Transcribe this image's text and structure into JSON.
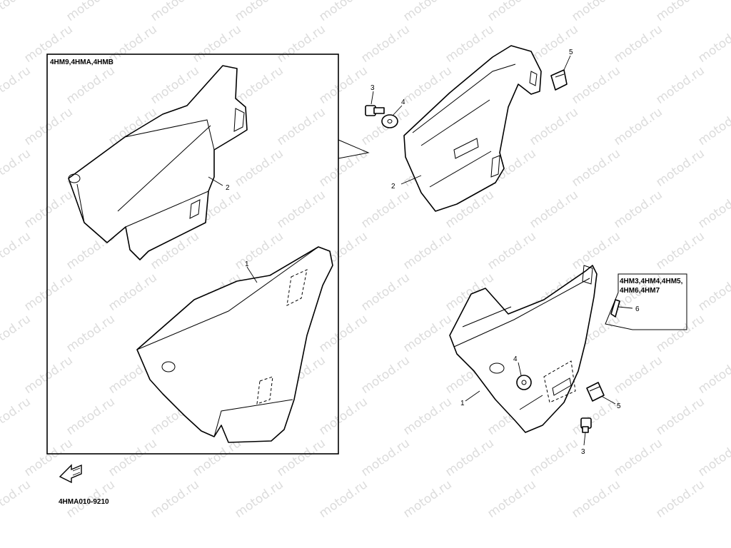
{
  "watermark": "motod.ru",
  "inset": {
    "variants": "4HM9,4HMA,4HMB"
  },
  "variant_box": {
    "line1": "4HM3,4HM4,4HM5,",
    "line2": "4HM6,4HM7"
  },
  "callouts": {
    "inset_cover": "2",
    "inset_panel": "1",
    "top_cover": "2",
    "top_bolt": "3",
    "top_washer": "4",
    "top_nut": "5",
    "bottom_panel": "1",
    "bottom_washer": "4",
    "bottom_bolt": "3",
    "bottom_nut": "5",
    "bottom_grommet": "6"
  },
  "drawing_code": "4HMA010-9210"
}
